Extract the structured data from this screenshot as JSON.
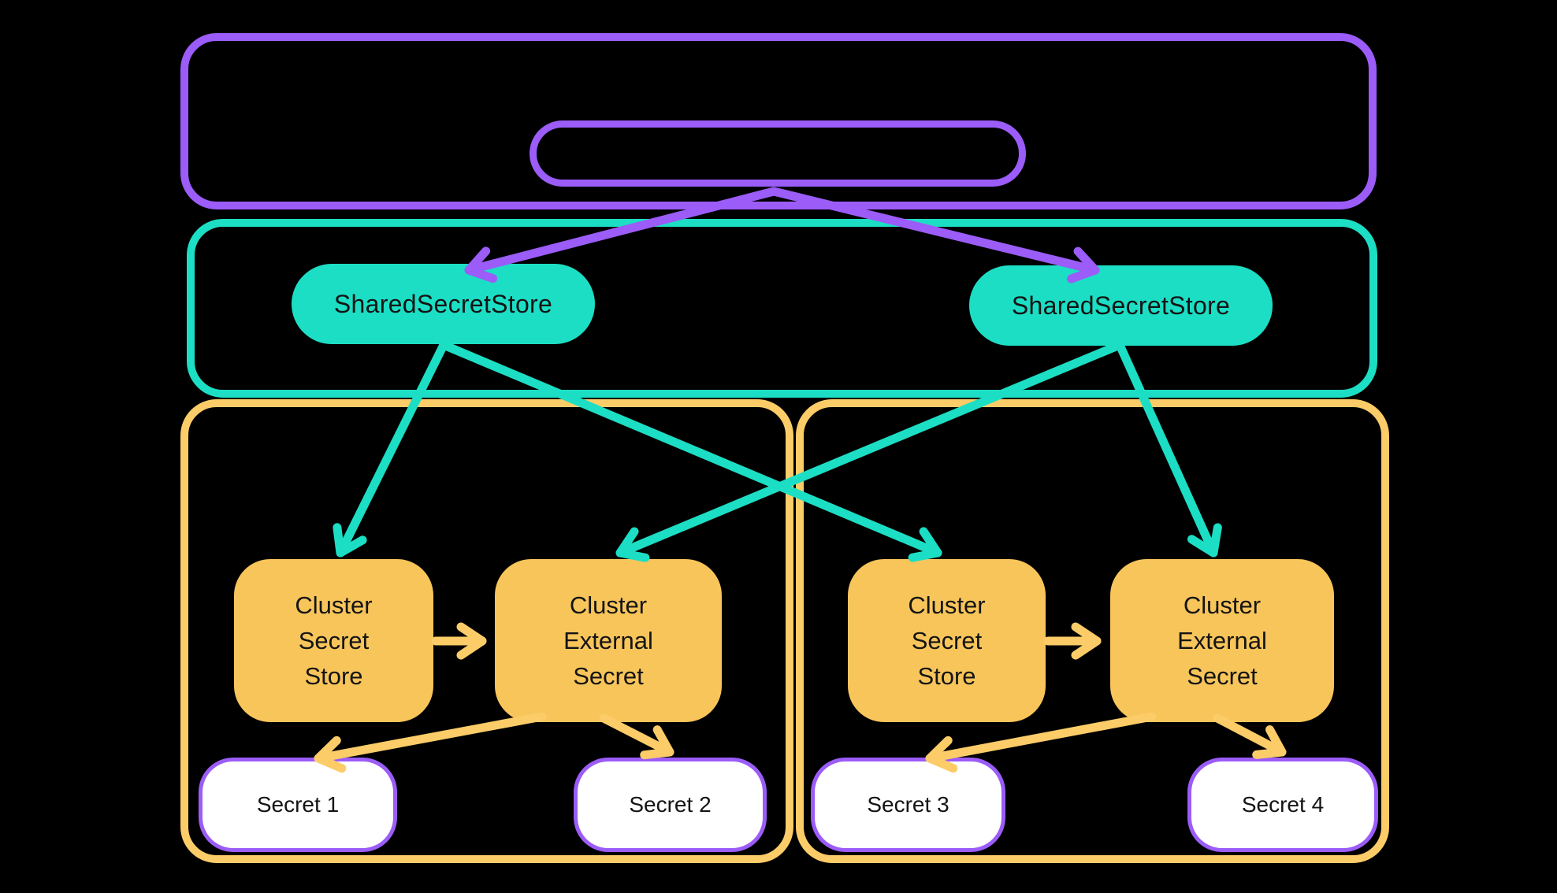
{
  "diagram": {
    "background_color": "#000000",
    "palette": {
      "purple": "#9b5cf8",
      "teal": "#1cdec4",
      "orange_fill": "#f8c55b",
      "orange_border": "#fbcc68",
      "secret_fill": "#ffffff",
      "text": "#141414"
    },
    "shared_layer": {
      "store_left": {
        "label": "SharedSecretStore"
      },
      "store_right": {
        "label": "SharedSecretStore"
      }
    },
    "cluster_a": {
      "secret_store": {
        "label": "Cluster\nSecret\nStore"
      },
      "external_secret": {
        "label": "Cluster\nExternal\nSecret"
      },
      "secret_1": {
        "label": "Secret 1"
      },
      "secret_2": {
        "label": "Secret 2"
      }
    },
    "cluster_b": {
      "secret_store": {
        "label": "Cluster\nSecret\nStore"
      },
      "external_secret": {
        "label": "Cluster\nExternal\nSecret"
      },
      "secret_3": {
        "label": "Secret 3"
      },
      "secret_4": {
        "label": "Secret 4"
      }
    },
    "edges": [
      {
        "from": "top-inner-pill",
        "to": "shared-secret-store-left",
        "color": "purple"
      },
      {
        "from": "top-inner-pill",
        "to": "shared-secret-store-right",
        "color": "purple"
      },
      {
        "from": "shared-secret-store-left",
        "to": "cluster-a-secret-store",
        "color": "teal"
      },
      {
        "from": "shared-secret-store-left",
        "to": "cluster-b-secret-store",
        "color": "teal"
      },
      {
        "from": "shared-secret-store-right",
        "to": "cluster-a-external-secret",
        "color": "teal"
      },
      {
        "from": "shared-secret-store-right",
        "to": "cluster-b-external-secret",
        "color": "teal"
      },
      {
        "from": "cluster-a-secret-store",
        "to": "cluster-a-external-secret",
        "color": "orange"
      },
      {
        "from": "cluster-b-secret-store",
        "to": "cluster-b-external-secret",
        "color": "orange"
      },
      {
        "from": "cluster-a-external-secret",
        "to": "secret-1",
        "color": "orange"
      },
      {
        "from": "cluster-a-external-secret",
        "to": "secret-2",
        "color": "orange"
      },
      {
        "from": "cluster-b-external-secret",
        "to": "secret-3",
        "color": "orange"
      },
      {
        "from": "cluster-b-external-secret",
        "to": "secret-4",
        "color": "orange"
      }
    ]
  }
}
